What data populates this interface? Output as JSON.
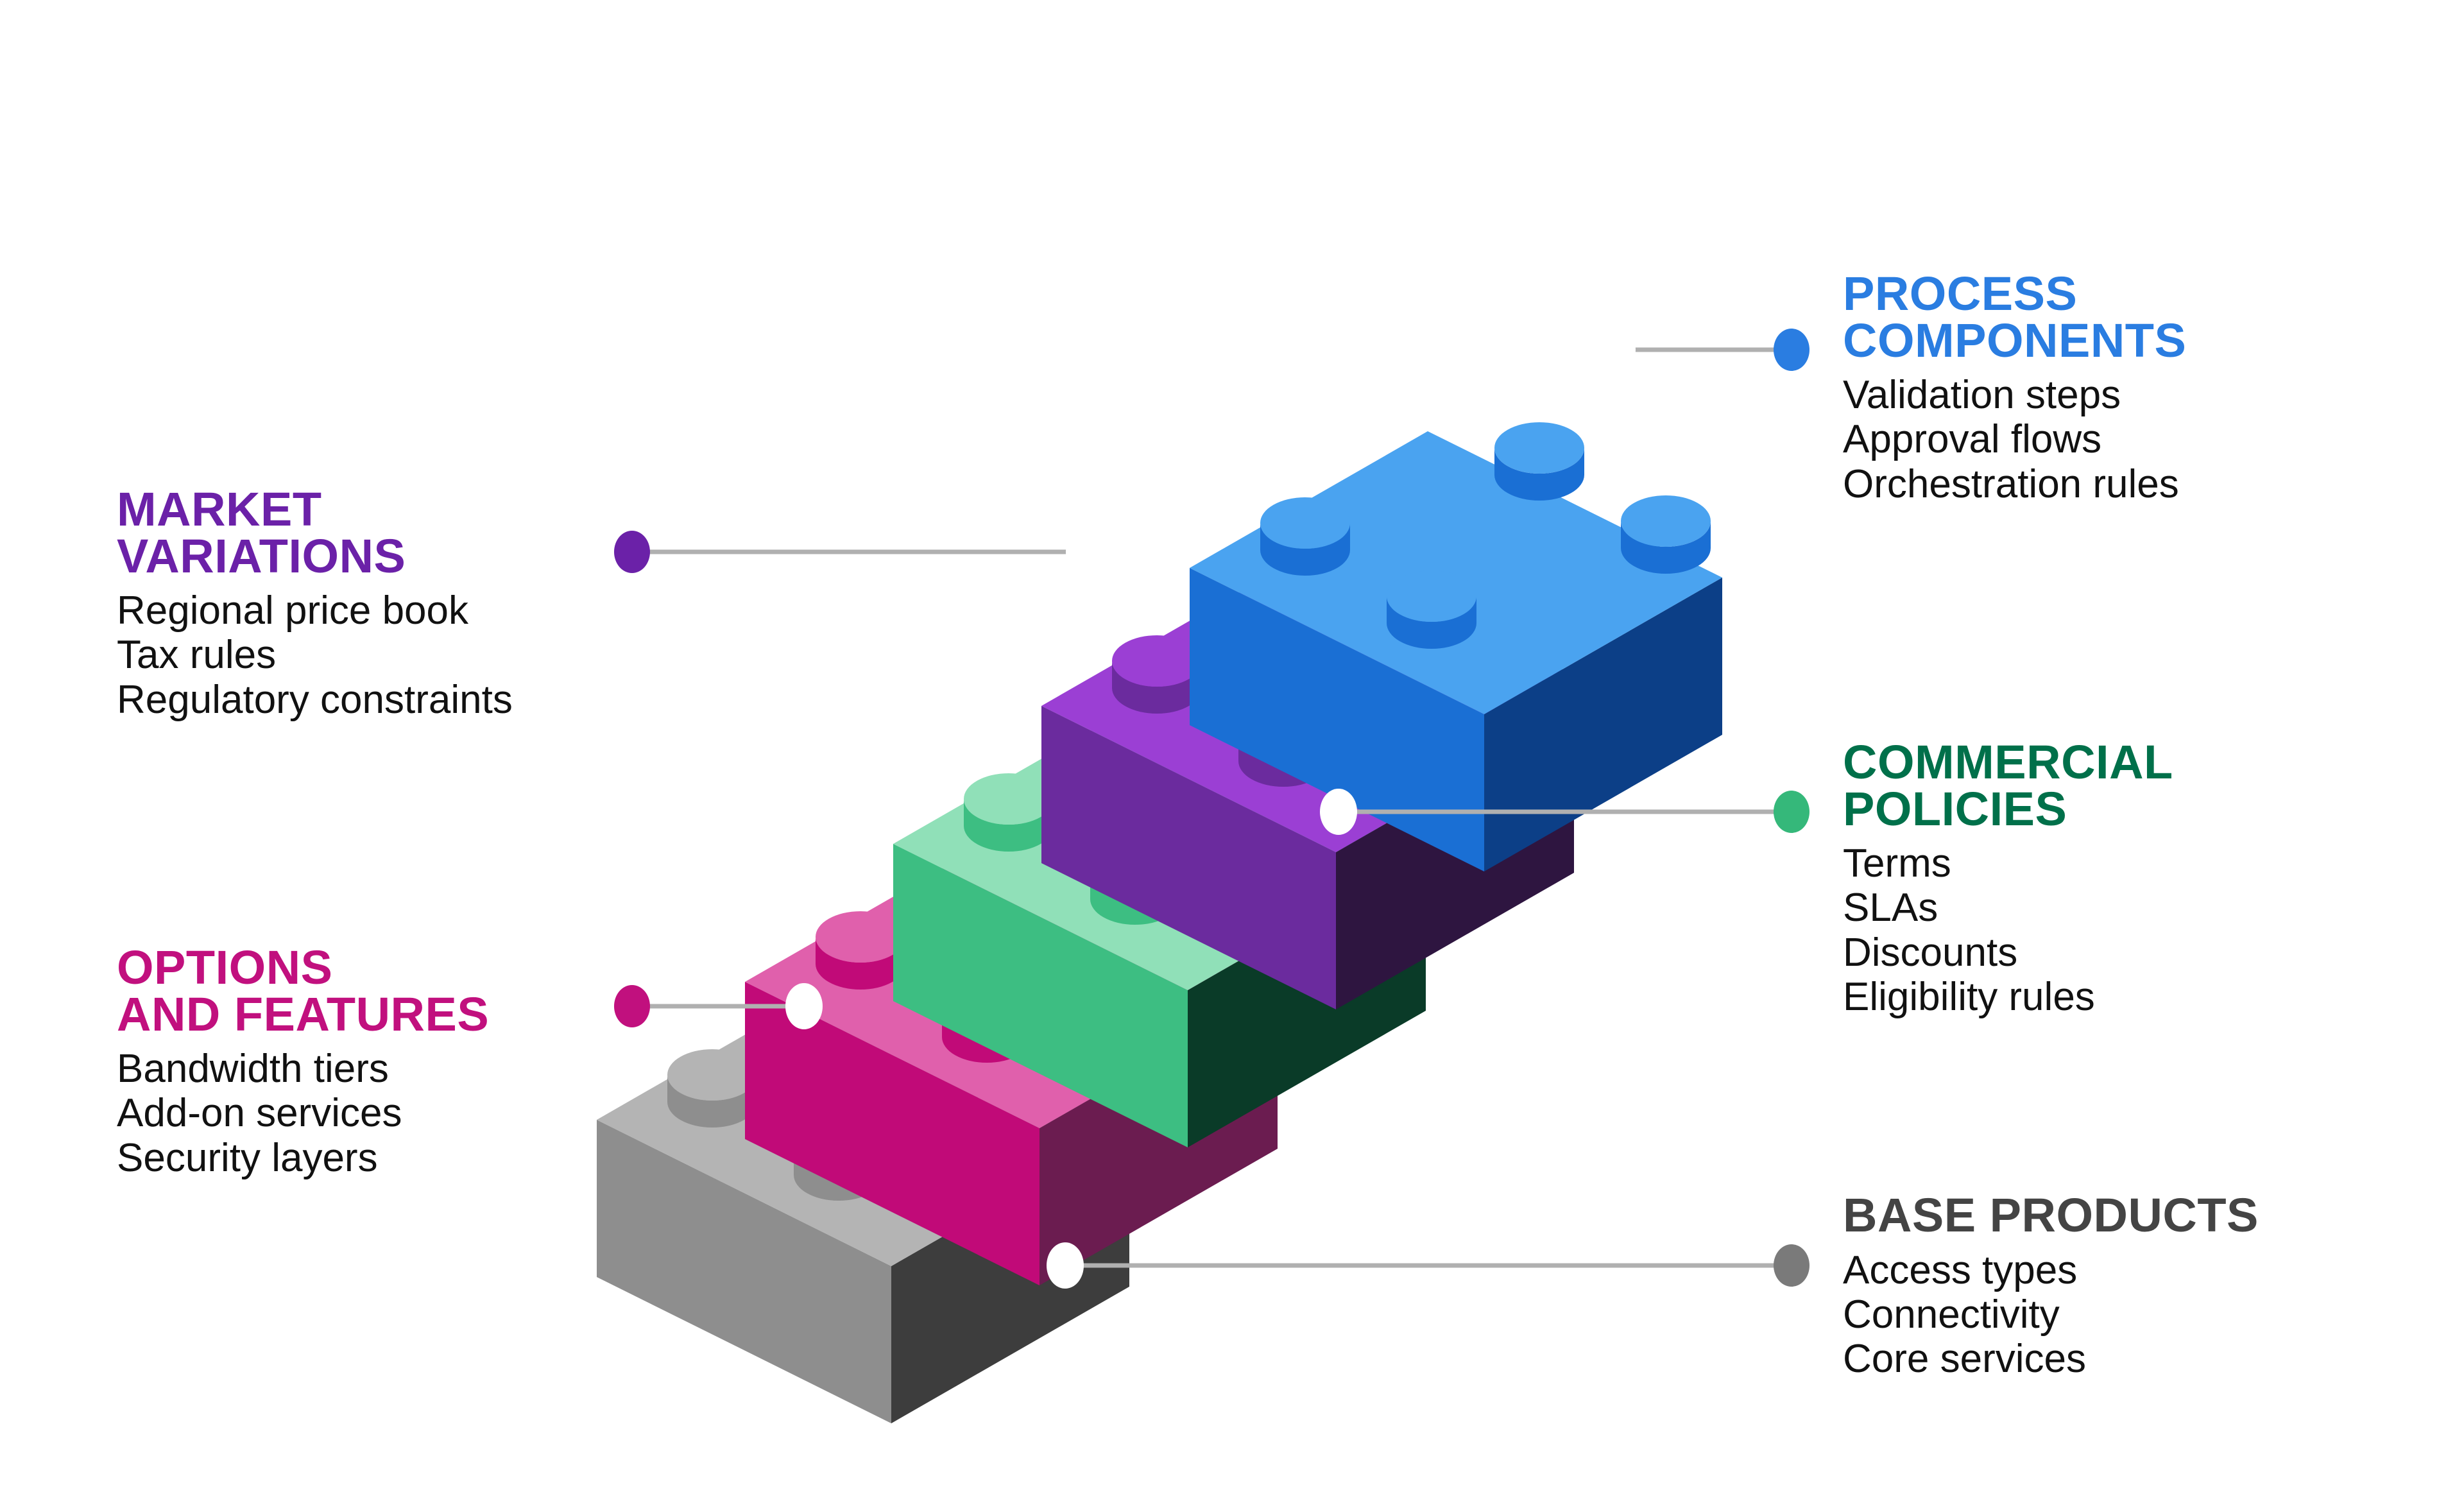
{
  "diagram": {
    "type": "isometric-lego-stack",
    "background": "#ffffff",
    "connector_line_color": "#b0b0b0",
    "connector_node_color": "#ffffff",
    "blocks": [
      {
        "id": "process-components",
        "heading": "PROCESS\nCOMPONENTS",
        "heading_color": "#2a7de1",
        "dot_color": "#2a7de1",
        "side": "right",
        "items": [
          "Validation steps",
          "Approval flows",
          "Orchestration rules"
        ],
        "brick_colors": {
          "top": "#4aa3f0",
          "left": "#1a6fd4",
          "right": "#0c3f87"
        },
        "studs": 4
      },
      {
        "id": "market-variations",
        "heading": "MARKET\nVARIATIONS",
        "heading_color": "#6b21a8",
        "dot_color": "#6b21a8",
        "side": "left",
        "items": [
          "Regional price book",
          "Tax rules",
          "Regulatory constraints"
        ],
        "brick_colors": {
          "top": "#9b3fd4",
          "left": "#6b2b9e",
          "right": "#2e1540"
        },
        "studs": 4
      },
      {
        "id": "commercial-policies",
        "heading": "COMMERCIAL\nPOLICIES",
        "heading_color": "#00704a",
        "dot_color": "#35b87a",
        "side": "right",
        "items": [
          "Terms",
          "SLAs",
          "Discounts",
          "Eligibility rules"
        ],
        "brick_colors": {
          "top": "#90e0b8",
          "left": "#3dbe82",
          "right": "#0a3b28"
        },
        "studs": 4
      },
      {
        "id": "options-and-features",
        "heading": "OPTIONS\nAND FEATURES",
        "heading_color": "#c1107e",
        "dot_color": "#c1107e",
        "side": "left",
        "items": [
          "Bandwidth tiers",
          "Add-on services",
          "Security layers"
        ],
        "brick_colors": {
          "top": "#e060ac",
          "left": "#c10a78",
          "right": "#6b1c50"
        },
        "studs": 4
      },
      {
        "id": "base-products",
        "heading": "BASE PRODUCTS",
        "heading_color": "#444444",
        "dot_color": "#7a7a7a",
        "side": "right",
        "items": [
          "Access types",
          "Connectivity",
          "Core services"
        ],
        "brick_colors": {
          "top": "#b4b4b4",
          "left": "#8e8e8e",
          "right": "#3d3d3d"
        },
        "studs": 4
      }
    ]
  }
}
